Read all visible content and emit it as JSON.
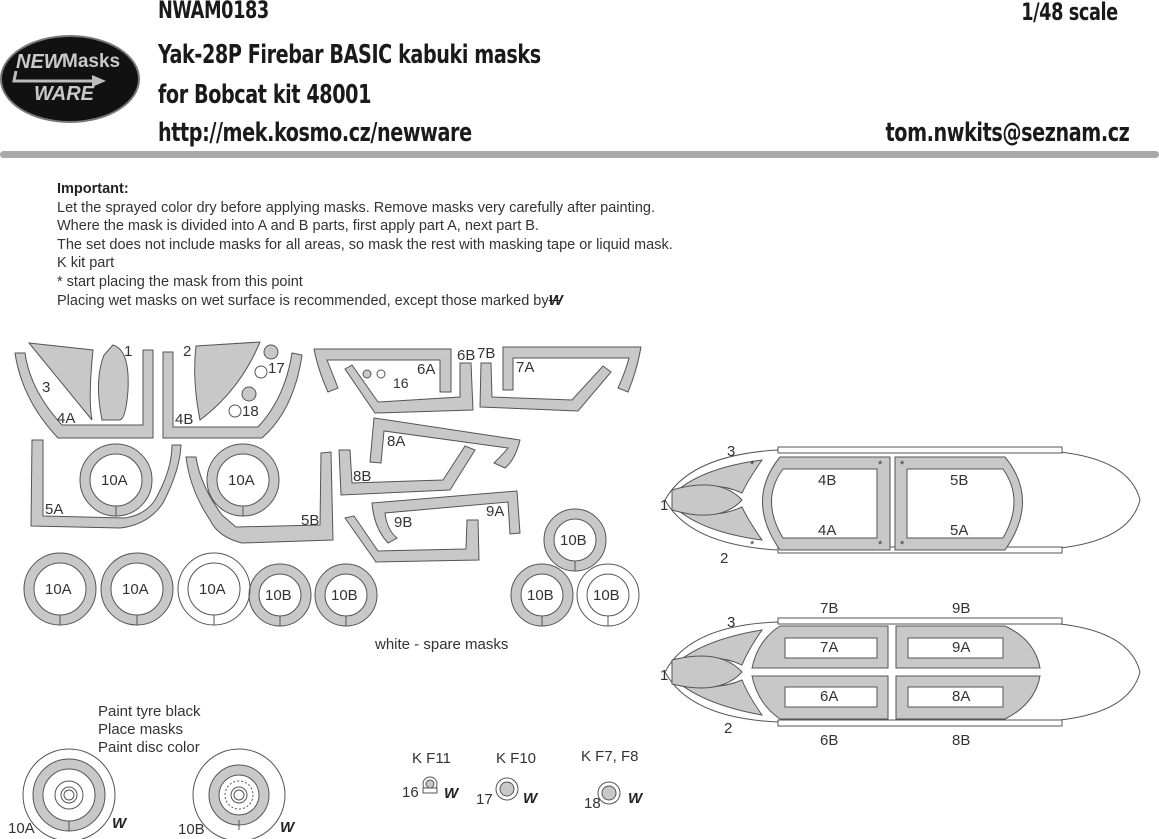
{
  "header": {
    "product_code": "NWAM0183",
    "scale": "1/48 scale",
    "title": "Yak-28P Firebar BASIC kabuki masks",
    "subtitle": "for Bobcat kit 48001",
    "website": "http://mek.kosmo.cz/newware",
    "email": "tom.nwkits@seznam.cz",
    "logo": {
      "line1a": "NEW",
      "line1b": "Masks",
      "line2": "WARE"
    }
  },
  "instructions": {
    "title": "Important:",
    "lines": [
      "Let the sprayed color dry before applying masks. Remove masks very carefully after painting.",
      "Where the mask is divided into A and B parts, first apply part A, next part B.",
      "The set does not include masks for all areas, so mask the rest with masking tape or liquid mask.",
      "K kit part",
      "*  start placing the mask from this point",
      "Placing wet masks on wet surface is recommended, except those marked by"
    ],
    "wet_symbol": "W"
  },
  "mask_sheet": {
    "labels": [
      "1",
      "2",
      "3",
      "4A",
      "4B",
      "5A",
      "5B",
      "6A",
      "6B",
      "7A",
      "7B",
      "8A",
      "8B",
      "9A",
      "9B",
      "16",
      "17",
      "18"
    ],
    "wheel_masks": [
      "10A",
      "10A",
      "10A",
      "10A",
      "10A",
      "10B",
      "10B",
      "10B",
      "10B",
      "10B"
    ],
    "spare_note": "white - spare masks"
  },
  "canopy_top": {
    "labels": [
      "1",
      "2",
      "3",
      "4A",
      "4B",
      "5A",
      "5B"
    ],
    "start_marker": "*"
  },
  "canopy_side": {
    "labels": [
      "1",
      "2",
      "3",
      "6A",
      "6B",
      "7A",
      "7B",
      "8A",
      "8B",
      "9A",
      "9B"
    ],
    "start_marker": "*"
  },
  "wheel_instructions": {
    "steps": [
      "Paint tyre black",
      "Place masks",
      "Paint disc color"
    ],
    "wheels": [
      "10A",
      "10B"
    ]
  },
  "kit_parts": [
    {
      "kit": "K F11",
      "mask": "16"
    },
    {
      "kit": "K F10",
      "mask": "17"
    },
    {
      "kit": "K F7, F8",
      "mask": "18"
    }
  ],
  "colors": {
    "mask_fill": "#c8c8c8",
    "outline": "#555555",
    "rule": "#a9a9a9",
    "logo_bg": "#111111",
    "logo_text": "#bdbdbd"
  }
}
